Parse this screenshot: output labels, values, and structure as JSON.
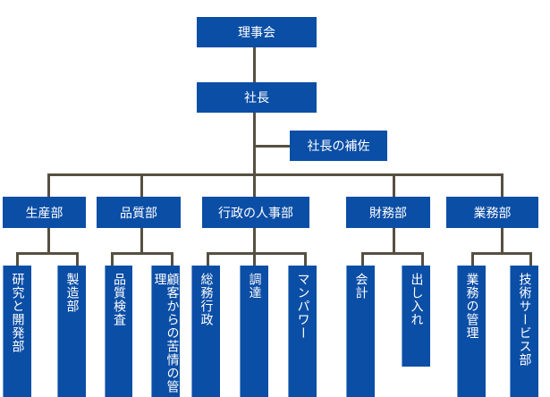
{
  "colors": {
    "box": "#0b4ea6",
    "line": "#565042",
    "text": "#ffffff"
  },
  "board": {
    "label": "理事会"
  },
  "president": {
    "label": "社長"
  },
  "assistant": {
    "label": "社長の補佐"
  },
  "departments": [
    {
      "label": "生産部",
      "units": [
        "研究と開発部",
        "製造部"
      ]
    },
    {
      "label": "品質部",
      "units": [
        "品質検査",
        "顧客からの苦情の管理"
      ]
    },
    {
      "label": "行政の人事部",
      "units": [
        "総務行政",
        "調達",
        "マンパワー"
      ]
    },
    {
      "label": "財務部",
      "units": [
        "会計",
        "出し入れ"
      ]
    },
    {
      "label": "業務部",
      "units": [
        "業務の管理",
        "技術サービス部"
      ]
    }
  ]
}
